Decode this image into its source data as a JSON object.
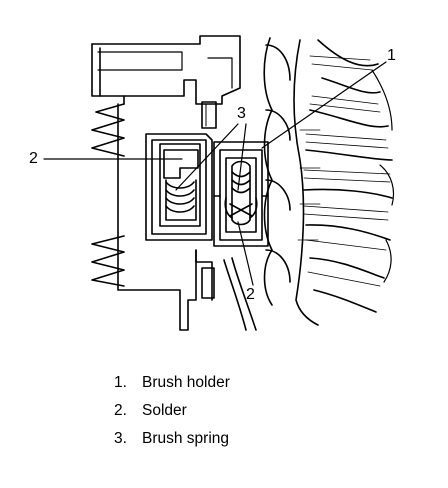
{
  "callouts": {
    "c1": "1",
    "c2a": "2",
    "c2b": "2",
    "c3": "3"
  },
  "legend": [
    {
      "num": "1.",
      "label": "Brush holder"
    },
    {
      "num": "2.",
      "label": "Solder"
    },
    {
      "num": "3.",
      "label": "Brush spring"
    }
  ]
}
